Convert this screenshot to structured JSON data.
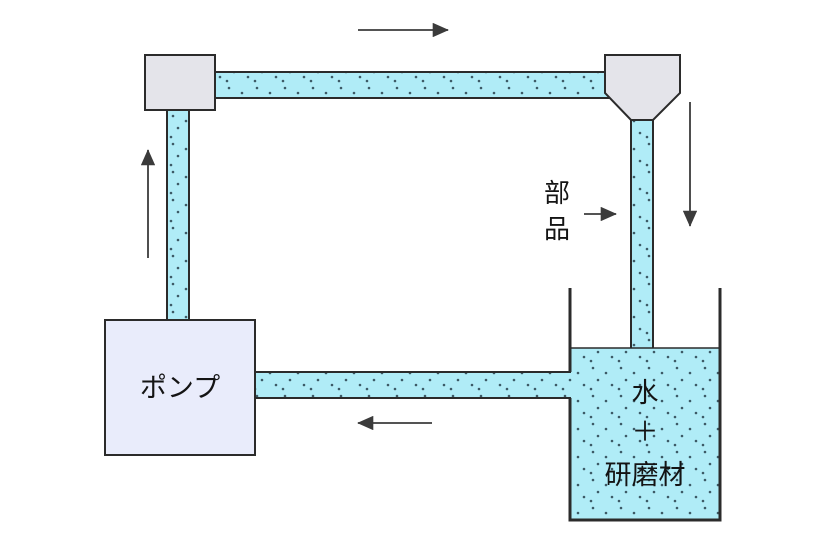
{
  "diagram": {
    "pump": {
      "label": "ポンプ"
    },
    "tank": {
      "label_line1": "水",
      "label_line2": "＋",
      "label_line3": "研磨材"
    },
    "part": {
      "label_top": "部",
      "label_bottom": "品"
    },
    "colors": {
      "background": "#ffffff",
      "liquid": "#b0ecf7",
      "speckle_dot": "#3c5a66",
      "pump_fill": "#e9ecfb",
      "hopper_fill": "#e4e4ea",
      "outline": "#2b2b2b",
      "arrow": "#3b3b3b"
    }
  }
}
